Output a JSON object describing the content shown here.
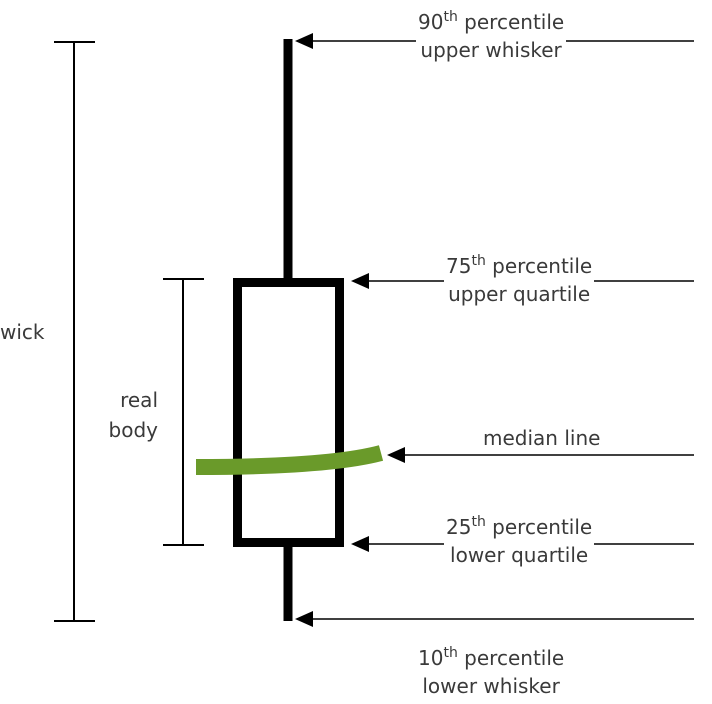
{
  "labels": {
    "wick": "wick",
    "real_body_line1": "real",
    "real_body_line2": "body",
    "p90_num": "90",
    "p90_sup": "th",
    "p90_word": " percentile",
    "p90_desc": "upper whisker",
    "p75_num": "75",
    "p75_sup": "th",
    "p75_word": " percentile",
    "p75_desc": "upper quartile",
    "median": "median line",
    "p25_num": "25",
    "p25_sup": "th",
    "p25_word": " percentile",
    "p25_desc": "lower quartile",
    "p10_num": "10",
    "p10_sup": "th",
    "p10_word": " percentile",
    "p10_desc": "lower whisker"
  },
  "colors": {
    "line": "#000000",
    "median": "#6a9a2a",
    "text": "#3a3a3a"
  }
}
